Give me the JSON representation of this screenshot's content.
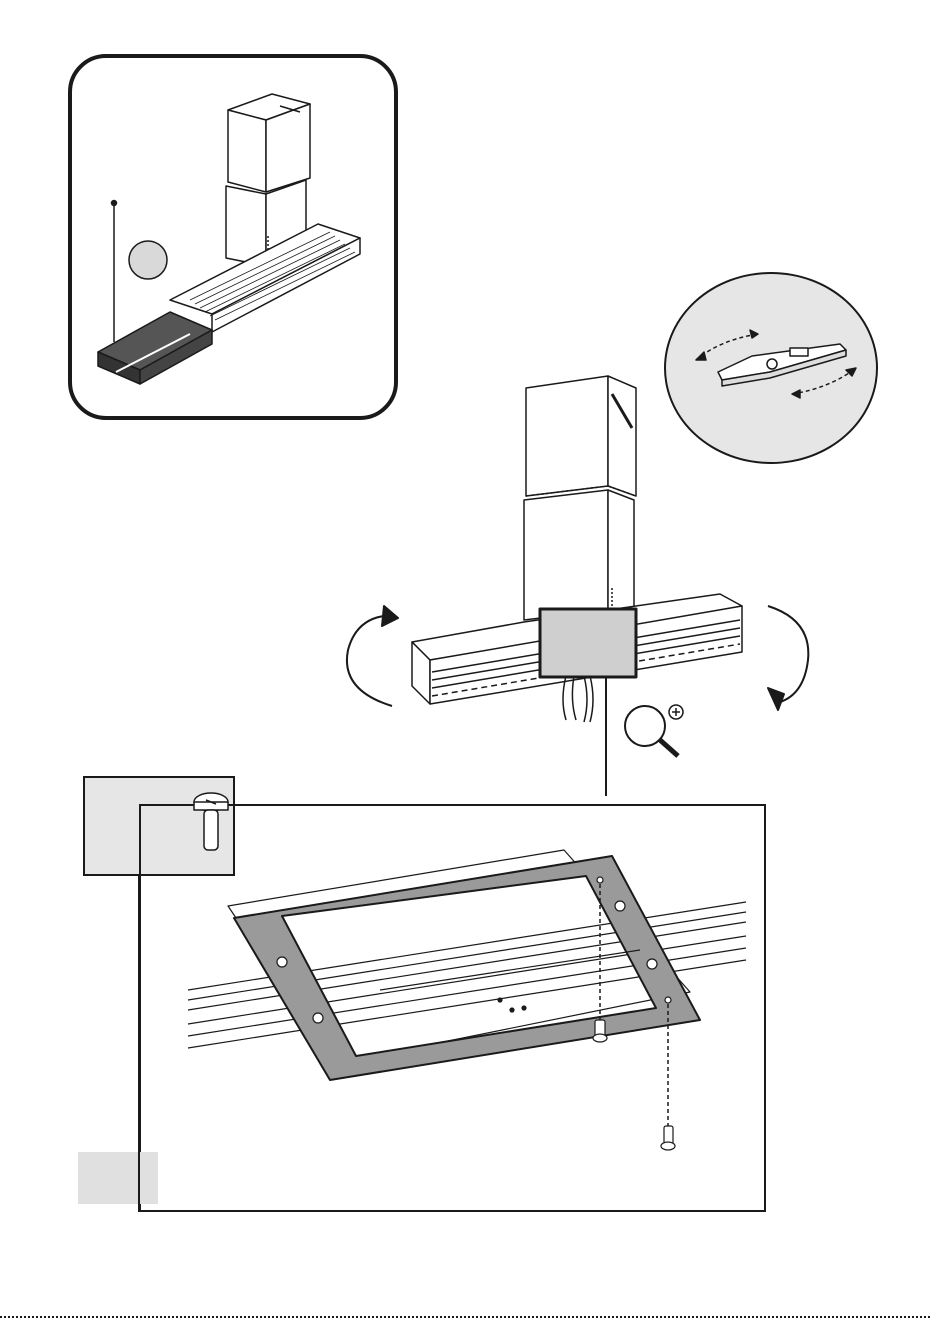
{
  "figure": {
    "panels": {
      "inset": {
        "content": "hood-overview"
      },
      "level_zoom": {
        "content": "spirit-level"
      },
      "screw_reference": {
        "content": "screw"
      },
      "mounting_detail": {
        "content": "frame-fixing"
      }
    },
    "icons": [
      "rotate-left-arrow-icon",
      "rotate-right-arrow-icon",
      "magnifier-plus-icon",
      "screw-icon",
      "spirit-level-icon"
    ],
    "colors": {
      "line": "#1a1a1a",
      "panel_fill": "#e6e6e6",
      "frame_fill": "#9a9a9a",
      "step_box": "#e0e0e0"
    }
  }
}
